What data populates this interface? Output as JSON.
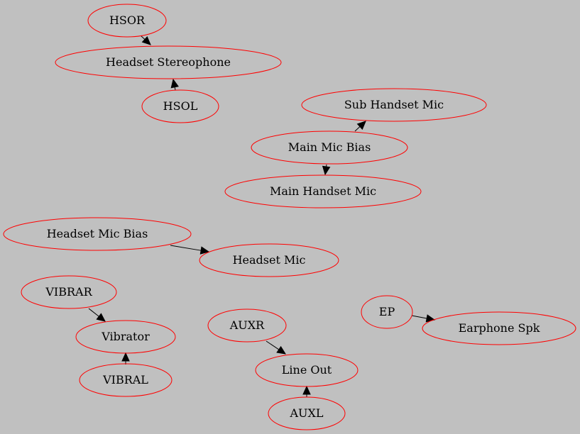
{
  "nodes": [
    {
      "id": "hsor",
      "label": "HSOR"
    },
    {
      "id": "hs",
      "label": "Headset Stereophone"
    },
    {
      "id": "hsol",
      "label": "HSOL"
    },
    {
      "id": "shm",
      "label": "Sub Handset Mic"
    },
    {
      "id": "mmb",
      "label": "Main Mic Bias"
    },
    {
      "id": "mhm",
      "label": "Main Handset Mic"
    },
    {
      "id": "hmb",
      "label": "Headset Mic Bias"
    },
    {
      "id": "hm",
      "label": "Headset Mic"
    },
    {
      "id": "vibrar",
      "label": "VIBRAR"
    },
    {
      "id": "vib",
      "label": "Vibrator"
    },
    {
      "id": "vibral",
      "label": "VIBRAL"
    },
    {
      "id": "auxr",
      "label": "AUXR"
    },
    {
      "id": "lo",
      "label": "Line Out"
    },
    {
      "id": "auxl",
      "label": "AUXL"
    },
    {
      "id": "ep",
      "label": "EP"
    },
    {
      "id": "es",
      "label": "Earphone Spk"
    }
  ],
  "edges": [
    {
      "from": "hsor",
      "to": "hs"
    },
    {
      "from": "hsol",
      "to": "hs"
    },
    {
      "from": "mmb",
      "to": "shm"
    },
    {
      "from": "mmb",
      "to": "mhm"
    },
    {
      "from": "hmb",
      "to": "hm"
    },
    {
      "from": "vibrar",
      "to": "vib"
    },
    {
      "from": "vibral",
      "to": "vib"
    },
    {
      "from": "auxr",
      "to": "lo"
    },
    {
      "from": "auxl",
      "to": "lo"
    },
    {
      "from": "ep",
      "to": "es"
    }
  ],
  "colors": {
    "background": "#c0c0c0",
    "node_stroke": "#ff0000",
    "edge": "#000000"
  }
}
